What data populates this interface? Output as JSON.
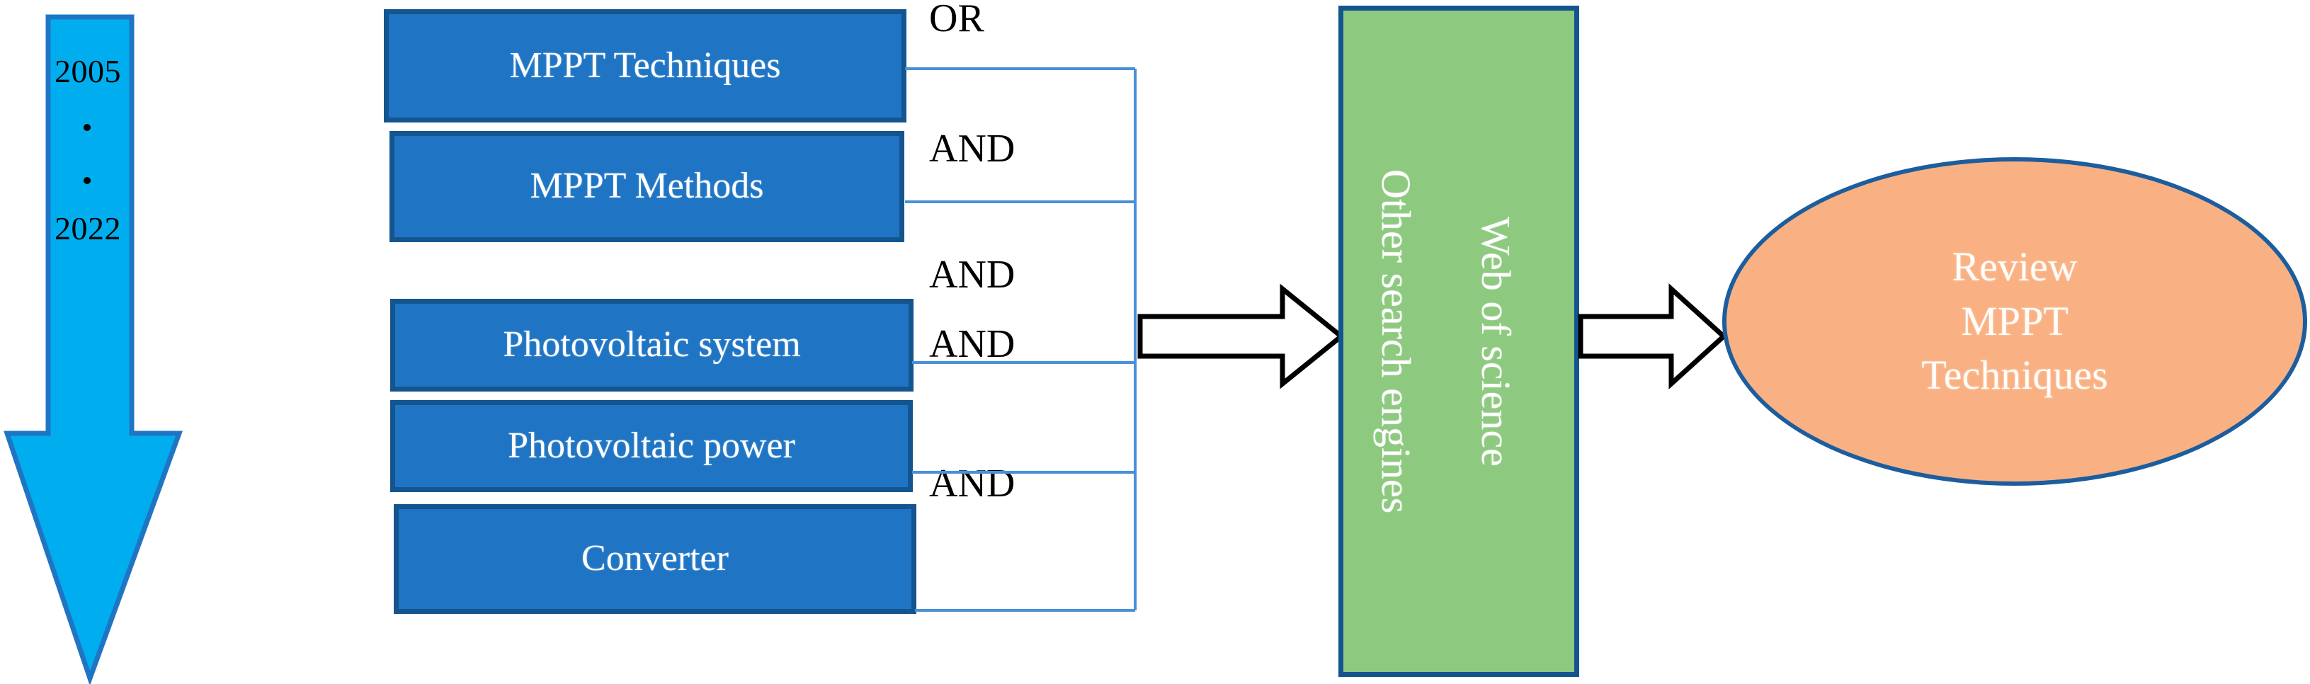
{
  "timeline": {
    "name": "year-range-arrow",
    "start_year": "2005",
    "end_year": "2022",
    "ellipsis_dot_1": "·",
    "ellipsis_dot_2": "·",
    "fill_color": "#00AEEF",
    "border_color": "#1f75C4"
  },
  "keywords": {
    "fill_color": "#1f75C4",
    "border_color": "#14558f",
    "items": [
      {
        "label": "MPPT Techniques",
        "operator": "OR"
      },
      {
        "label": "MPPT Methods",
        "operator": "AND"
      },
      {
        "label": "Photovoltaic system",
        "operator": "AND"
      },
      {
        "label": "Photovoltaic power",
        "operator": "AND"
      },
      {
        "label": "Converter",
        "operator": "AND"
      }
    ]
  },
  "databases": {
    "fill_color": "#8dc97f",
    "border_color": "#14558f",
    "left_label": "Other search engines",
    "right_label": "Web of science"
  },
  "outcome": {
    "fill_color": "#f9b183",
    "border_color": "#1c5d9e",
    "line_1": "Review",
    "line_2": "MPPT",
    "line_3": "Techniques"
  },
  "flow_arrows": {
    "arrow_1_name": "keywords-to-databases-arrow",
    "arrow_2_name": "databases-to-outcome-arrow",
    "stroke_color": "#000000",
    "fill_color": "#ffffff"
  }
}
